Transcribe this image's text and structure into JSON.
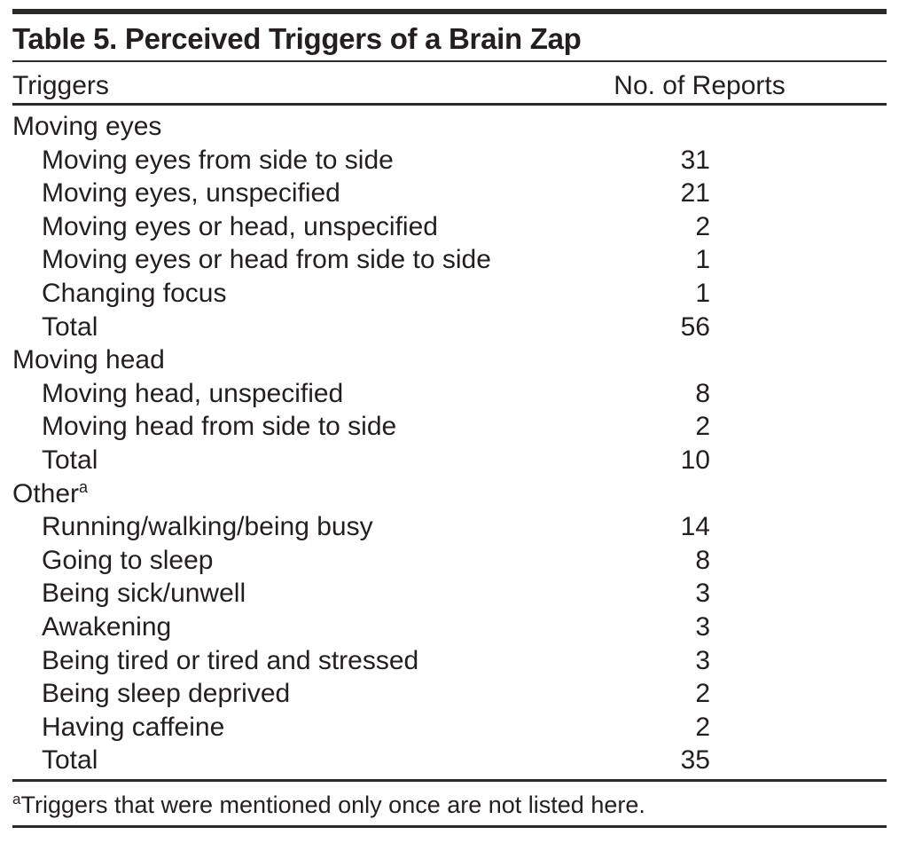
{
  "table": {
    "title": "Table 5. Perceived Triggers of a Brain Zap",
    "columns": [
      "Triggers",
      "No. of Reports"
    ],
    "rows": [
      {
        "label": "Moving eyes",
        "value": "",
        "indent": false,
        "superscript": ""
      },
      {
        "label": "Moving eyes from side to side",
        "value": "31",
        "indent": true,
        "superscript": ""
      },
      {
        "label": "Moving eyes, unspecified",
        "value": "21",
        "indent": true,
        "superscript": ""
      },
      {
        "label": "Moving eyes or head, unspecified",
        "value": "2",
        "indent": true,
        "superscript": ""
      },
      {
        "label": "Moving eyes or head from side to side",
        "value": "1",
        "indent": true,
        "superscript": ""
      },
      {
        "label": "Changing focus",
        "value": "1",
        "indent": true,
        "superscript": ""
      },
      {
        "label": "Total",
        "value": "56",
        "indent": true,
        "superscript": ""
      },
      {
        "label": "Moving head",
        "value": "",
        "indent": false,
        "superscript": ""
      },
      {
        "label": "Moving head, unspecified",
        "value": "8",
        "indent": true,
        "superscript": ""
      },
      {
        "label": "Moving head from side to side",
        "value": "2",
        "indent": true,
        "superscript": ""
      },
      {
        "label": "Total",
        "value": "10",
        "indent": true,
        "superscript": ""
      },
      {
        "label": "Other",
        "value": "",
        "indent": false,
        "superscript": "a"
      },
      {
        "label": "Running/walking/being busy",
        "value": "14",
        "indent": true,
        "superscript": ""
      },
      {
        "label": "Going to sleep",
        "value": "8",
        "indent": true,
        "superscript": ""
      },
      {
        "label": "Being sick/unwell",
        "value": "3",
        "indent": true,
        "superscript": ""
      },
      {
        "label": "Awakening",
        "value": "3",
        "indent": true,
        "superscript": ""
      },
      {
        "label": "Being tired or tired and stressed",
        "value": "3",
        "indent": true,
        "superscript": ""
      },
      {
        "label": "Being sleep deprived",
        "value": "2",
        "indent": true,
        "superscript": ""
      },
      {
        "label": "Having caffeine",
        "value": "2",
        "indent": true,
        "superscript": ""
      },
      {
        "label": "Total",
        "value": "35",
        "indent": true,
        "superscript": ""
      }
    ],
    "footnote": {
      "marker": "a",
      "text": "Triggers that were mentioned only once are not listed here."
    },
    "colors": {
      "text": "#231f20",
      "rule": "#2a2a28",
      "background": "#ffffff"
    }
  }
}
